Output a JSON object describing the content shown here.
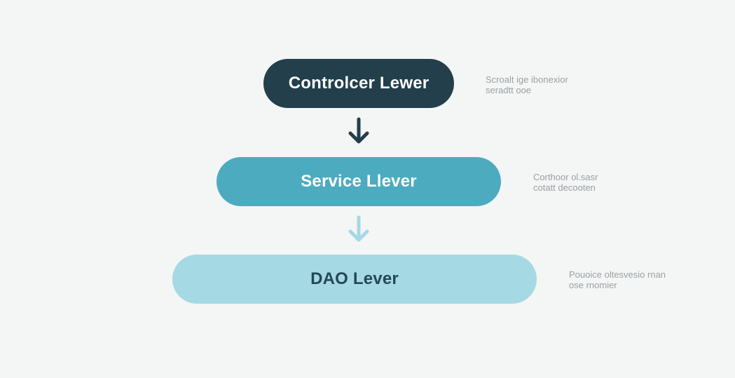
{
  "layers": [
    {
      "label": "Controlcer Lewer",
      "color": "#233f4c",
      "note": [
        "Scroalt ige ibonexior",
        "seradtt ooe"
      ]
    },
    {
      "label": "Service Llever",
      "color": "#4cabbf",
      "note": [
        "Corthoor ol.sasr",
        "cotatt decooten"
      ]
    },
    {
      "label": "DAO Lever",
      "color": "#a5d9e3",
      "note": [
        "Pouoice oltesvesio rnan",
        "ose rnomier"
      ]
    }
  ],
  "arrows": [
    {
      "color": "#233f4c"
    },
    {
      "color": "#a5d9e3"
    }
  ],
  "background": "#f4f5f5",
  "note_color": "#9aa1a4"
}
